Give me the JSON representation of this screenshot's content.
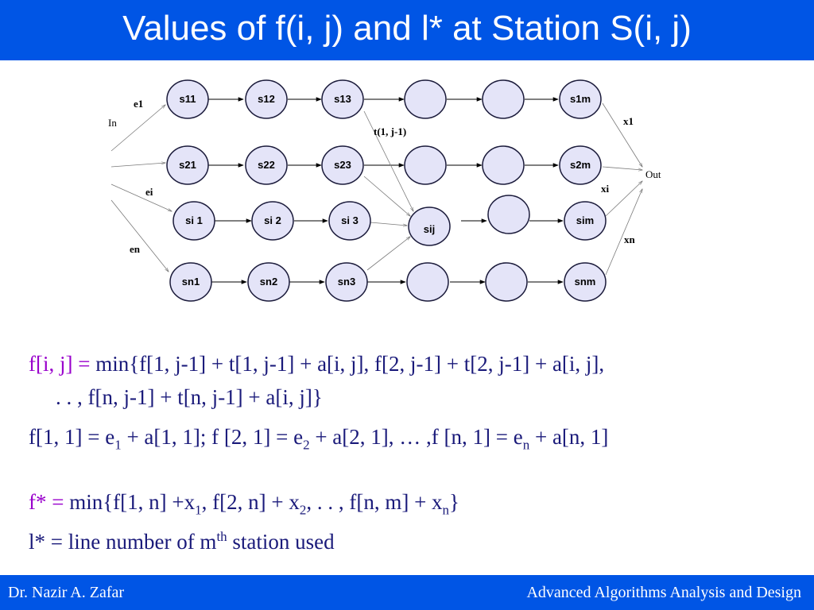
{
  "title": "Values of f(i, j) and l* at Station S(i, j)",
  "diagram": {
    "labels": {
      "in": "In",
      "out": "Out",
      "e1": "e1",
      "ei": "ei",
      "en": "en",
      "x1": "x1",
      "xi": "xi",
      "xn": "xn",
      "t": "t(1, j-1)"
    },
    "rows": [
      [
        "s11",
        "s12",
        "s13",
        "",
        "",
        "s1m"
      ],
      [
        "s21",
        "s22",
        "s23",
        "",
        "",
        "s2m"
      ],
      [
        "si 1",
        "si 2",
        "si 3",
        "sij",
        "",
        "sim"
      ],
      [
        "sn1",
        "sn2",
        "sn3",
        "",
        "",
        "snm"
      ]
    ]
  },
  "formulas": {
    "line1_lhs": "f[i, j] =",
    "line1_rhs": " min{f[1, j-1] + t[1, j-1] + a[i, j], f[2, j-1] + t[2, j-1] + a[i, j],",
    "line2": ". . , f[n, j-1] + t[n, j-1] + a[i, j]}",
    "line3_a": "f[1, 1] = e",
    "line3_sub1": "1",
    "line3_b": " + a[1, 1]; f [2, 1] = e",
    "line3_sub2": "2",
    "line3_c": " + a[2, 1], … ,f [n, 1] = e",
    "line3_sub3": "n",
    "line3_d": " + a[n, 1]",
    "line4_lhs": "f* =",
    "line4_a": " min{f[1, n] +x",
    "line4_sub1": "1",
    "line4_b": ", f[2, n] + x",
    "line4_sub2": "2",
    "line4_c": ", . . , f[n, m] + x",
    "line4_sub3": "n",
    "line4_d": "}",
    "line5_a": "l* = line number of m",
    "line5_sup": "th",
    "line5_b": " station used"
  },
  "footer": {
    "author": "Dr. Nazir A. Zafar",
    "course": "Advanced Algorithms Analysis and Design"
  }
}
